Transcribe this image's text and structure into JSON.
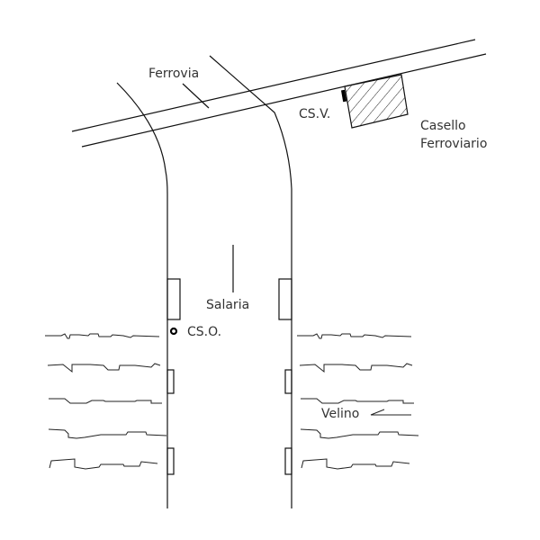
{
  "labels": {
    "railway": "Ferrovia",
    "road": "Salaria",
    "station_east": "CS.V.",
    "station_west": "CS.O.",
    "house_line1": "Casello",
    "house_line2": "Ferroviario",
    "river": "Velino"
  }
}
